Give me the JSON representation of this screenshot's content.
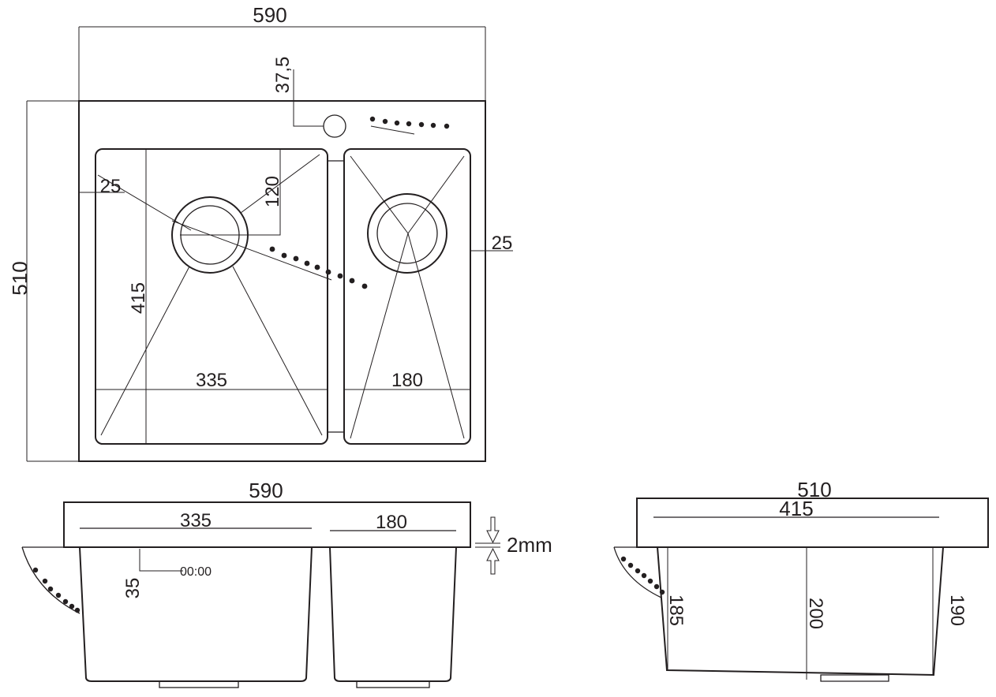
{
  "top_view": {
    "width_label": "590",
    "height_label": "510",
    "tap_offset_label": "37,5",
    "left_margin_label": "25",
    "right_margin_label": "25",
    "drain_offset_label": "120",
    "bowl_depth_label": "415",
    "left_bowl_width_label": "335",
    "right_bowl_width_label": "180"
  },
  "front_view": {
    "width_label": "590",
    "left_bowl_label": "335",
    "right_bowl_label": "180",
    "overflow_label": "35",
    "thickness_label": "2mm",
    "overflow_holes_label": "00:00"
  },
  "side_view": {
    "outer_label": "510",
    "inner_label": "415",
    "depth_front_label": "185",
    "depth_center_label": "200",
    "depth_back_label": "190"
  }
}
